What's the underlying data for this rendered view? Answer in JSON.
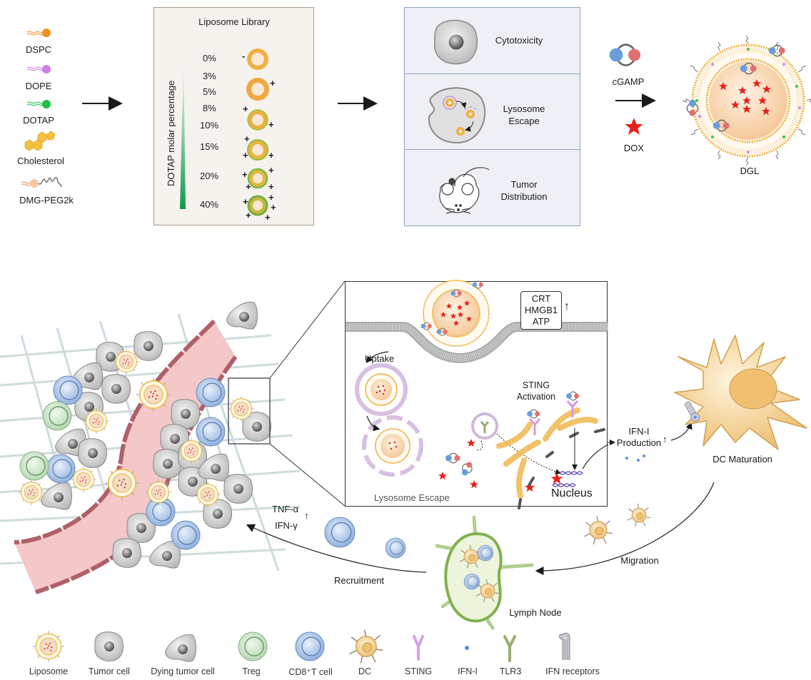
{
  "components": {
    "items": [
      {
        "label": "DSPC",
        "icon": "dspc-lipid-icon",
        "color": "#f0a030"
      },
      {
        "label": "DOPE",
        "icon": "dope-lipid-icon",
        "color": "#d58ee6"
      },
      {
        "label": "DOTAP",
        "icon": "dotap-lipid-icon",
        "color": "#2ecc55"
      },
      {
        "label": "Cholesterol",
        "icon": "cholesterol-icon",
        "color": "#f3c040"
      },
      {
        "label": "DMG-PEG2k",
        "icon": "dmg-peg-icon",
        "color": "#f3c8a8"
      }
    ]
  },
  "library": {
    "title": "Liposome Library",
    "axis_label": "DOTAP molar percentage",
    "percentages": [
      "0%",
      "3%",
      "5%",
      "8%",
      "10%",
      "15%",
      "20%",
      "40%"
    ],
    "charge_minus": "-",
    "charge_plus": "+"
  },
  "assays": {
    "rows": [
      {
        "label": "Cytotoxicity",
        "icon": "tumor-cell-icon"
      },
      {
        "label": "Lysosome\nEscape",
        "line1": "Lysosome",
        "line2": "Escape",
        "icon": "lysosome-icon"
      },
      {
        "label": "Tumor Distribution",
        "line1": "Tumor",
        "line2": "Distribution",
        "icon": "mouse-icon"
      }
    ]
  },
  "cargo": {
    "cgamp_label": "cGAMP",
    "dox_label": "DOX",
    "product_label": "DGL"
  },
  "mechanism": {
    "markers": [
      "CRT",
      "HMGB1",
      "ATP"
    ],
    "uptake": "Uptake",
    "sting_activation_line1": "STING",
    "sting_activation_line2": "Activation",
    "lysosome_escape": "Lysosome Escape",
    "nucleus": "Nucleus",
    "ifn_line1": "IFN-I",
    "ifn_line2": "Production",
    "dc_maturation": "DC Maturation",
    "migration": "Migration",
    "lymph_node": "Lymph Node",
    "recruitment": "Recruitment",
    "cytokine1": "TNF-α",
    "cytokine2": "IFN-γ",
    "up_arrow": "↑"
  },
  "legend": {
    "items": [
      {
        "label": "Liposome",
        "icon": "liposome-icon"
      },
      {
        "label": "Tumor cell",
        "icon": "tumor-cell-icon"
      },
      {
        "label": "Dying tumor cell",
        "icon": "dying-tumor-cell-icon"
      },
      {
        "label": "Treg",
        "icon": "treg-icon"
      },
      {
        "label": "CD8⁺T cell",
        "icon": "cd8-t-cell-icon"
      },
      {
        "label": "DC",
        "icon": "dendritic-cell-icon"
      },
      {
        "label": "STING",
        "icon": "sting-icon"
      },
      {
        "label": "IFN-I",
        "icon": "ifn-i-icon"
      },
      {
        "label": "TLR3",
        "icon": "tlr3-icon"
      },
      {
        "label": "IFN receptors",
        "icon": "ifn-receptor-icon"
      }
    ]
  },
  "colors": {
    "tumor_gray": "#c8c8c8",
    "tcell_blue": "#a8c4e8",
    "treg_green": "#c4e0c4",
    "dc_yellow": "#f4d08a",
    "vessel_pink": "#f4c8c8",
    "vessel_edge": "#b06068",
    "dox_red": "#e8201c",
    "lymph_green": "#8cb860"
  }
}
